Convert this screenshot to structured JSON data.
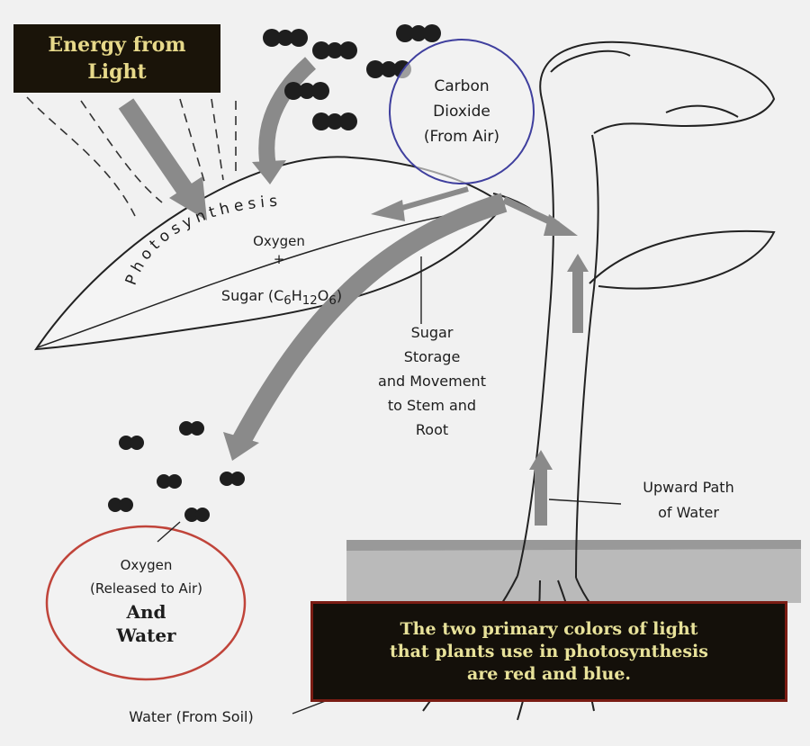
{
  "energy_box": {
    "line1": "Energy from",
    "line2": "Light"
  },
  "carbon": {
    "line1": "Carbon",
    "line2": "Dioxide",
    "line3": "(From Air)"
  },
  "leaf": {
    "arc_label": "Photosynthesis",
    "oxygen": "Oxygen",
    "plus": "+",
    "sugar_prefix": "Sugar (C",
    "sub1": "6",
    "h": "H",
    "sub2": "12",
    "o": "O",
    "sub3": "6",
    "close": ")"
  },
  "sugar_storage": {
    "line1": "Sugar",
    "line2": "Storage",
    "line3": "and Movement",
    "line4": "to Stem and",
    "line5": "Root"
  },
  "upward": {
    "line1": "Upward Path",
    "line2": "of Water"
  },
  "oxygen_release": {
    "line1": "Oxygen",
    "line2": "(Released to Air)",
    "line3": "And",
    "line4": "Water"
  },
  "fact_box": {
    "line1": "The two primary colors of light",
    "line2": "that plants use in photosynthesis",
    "line3": "are red and blue."
  },
  "water_soil": "Water (From Soil)",
  "colors": {
    "carbon_circle": "#3f3f9e",
    "oxygen_circle": "#c0443a",
    "fact_text": "#e8e29a",
    "energy_text": "#e7d98a"
  }
}
